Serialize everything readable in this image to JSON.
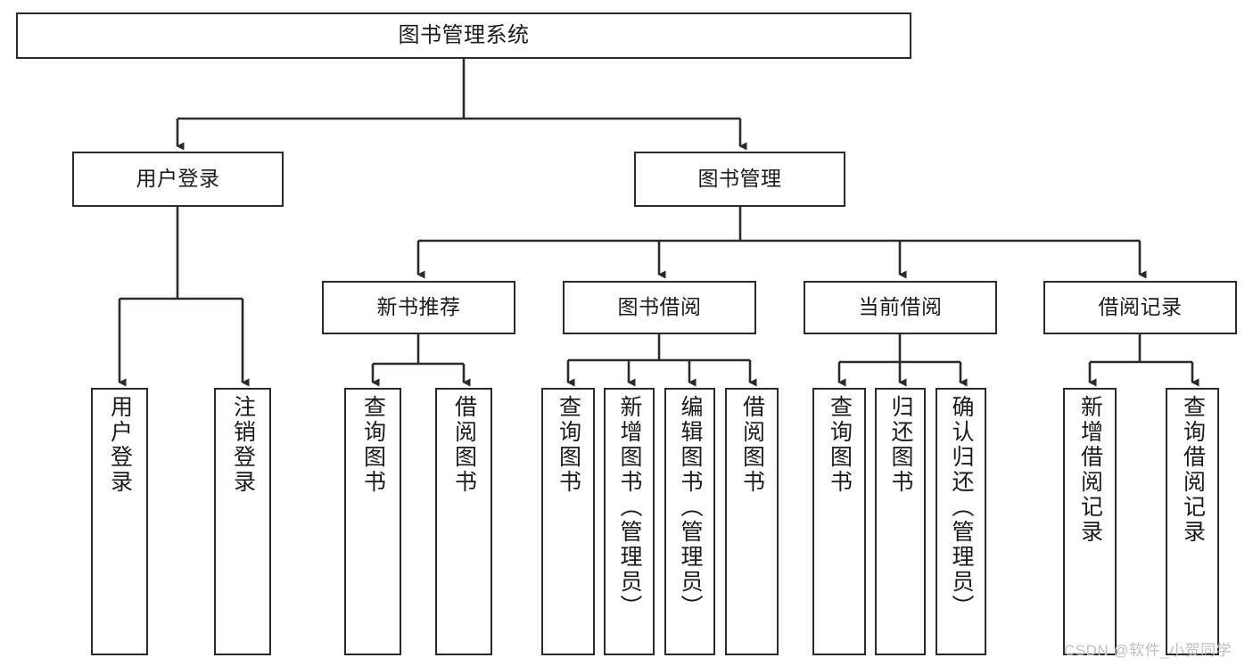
{
  "diagram": {
    "title": "图书管理系统",
    "type": "hierarchy-tree",
    "colors": {
      "box_border": "#2b2b2b",
      "box_fill": "#ffffff",
      "connector": "#2b2b2b",
      "background": "#ffffff",
      "watermark": "#bfbfbf"
    },
    "root": {
      "label": "图书管理系统"
    },
    "level1": [
      {
        "label": "用户登录"
      },
      {
        "label": "图书管理"
      }
    ],
    "level2": [
      {
        "label": "新书推荐"
      },
      {
        "label": "图书借阅"
      },
      {
        "label": "当前借阅"
      },
      {
        "label": "借阅记录"
      }
    ],
    "leaves": {
      "user_login": [
        {
          "label": "用户登录"
        },
        {
          "label": "注销登录"
        }
      ],
      "new_book_recommend": [
        {
          "label": "查询图书"
        },
        {
          "label": "借阅图书"
        }
      ],
      "book_borrow": [
        {
          "label": "查询图书"
        },
        {
          "label": "新增图书（管理员）"
        },
        {
          "label": "编辑图书（管理员）"
        },
        {
          "label": "借阅图书"
        }
      ],
      "current_borrow": [
        {
          "label": "查询图书"
        },
        {
          "label": "归还图书"
        },
        {
          "label": "确认归还（管理员）"
        }
      ],
      "borrow_records": [
        {
          "label": "新增借阅记录"
        },
        {
          "label": "查询借阅记录"
        }
      ]
    }
  },
  "watermark": {
    "text": "CSDN @软件_小贺同学"
  }
}
